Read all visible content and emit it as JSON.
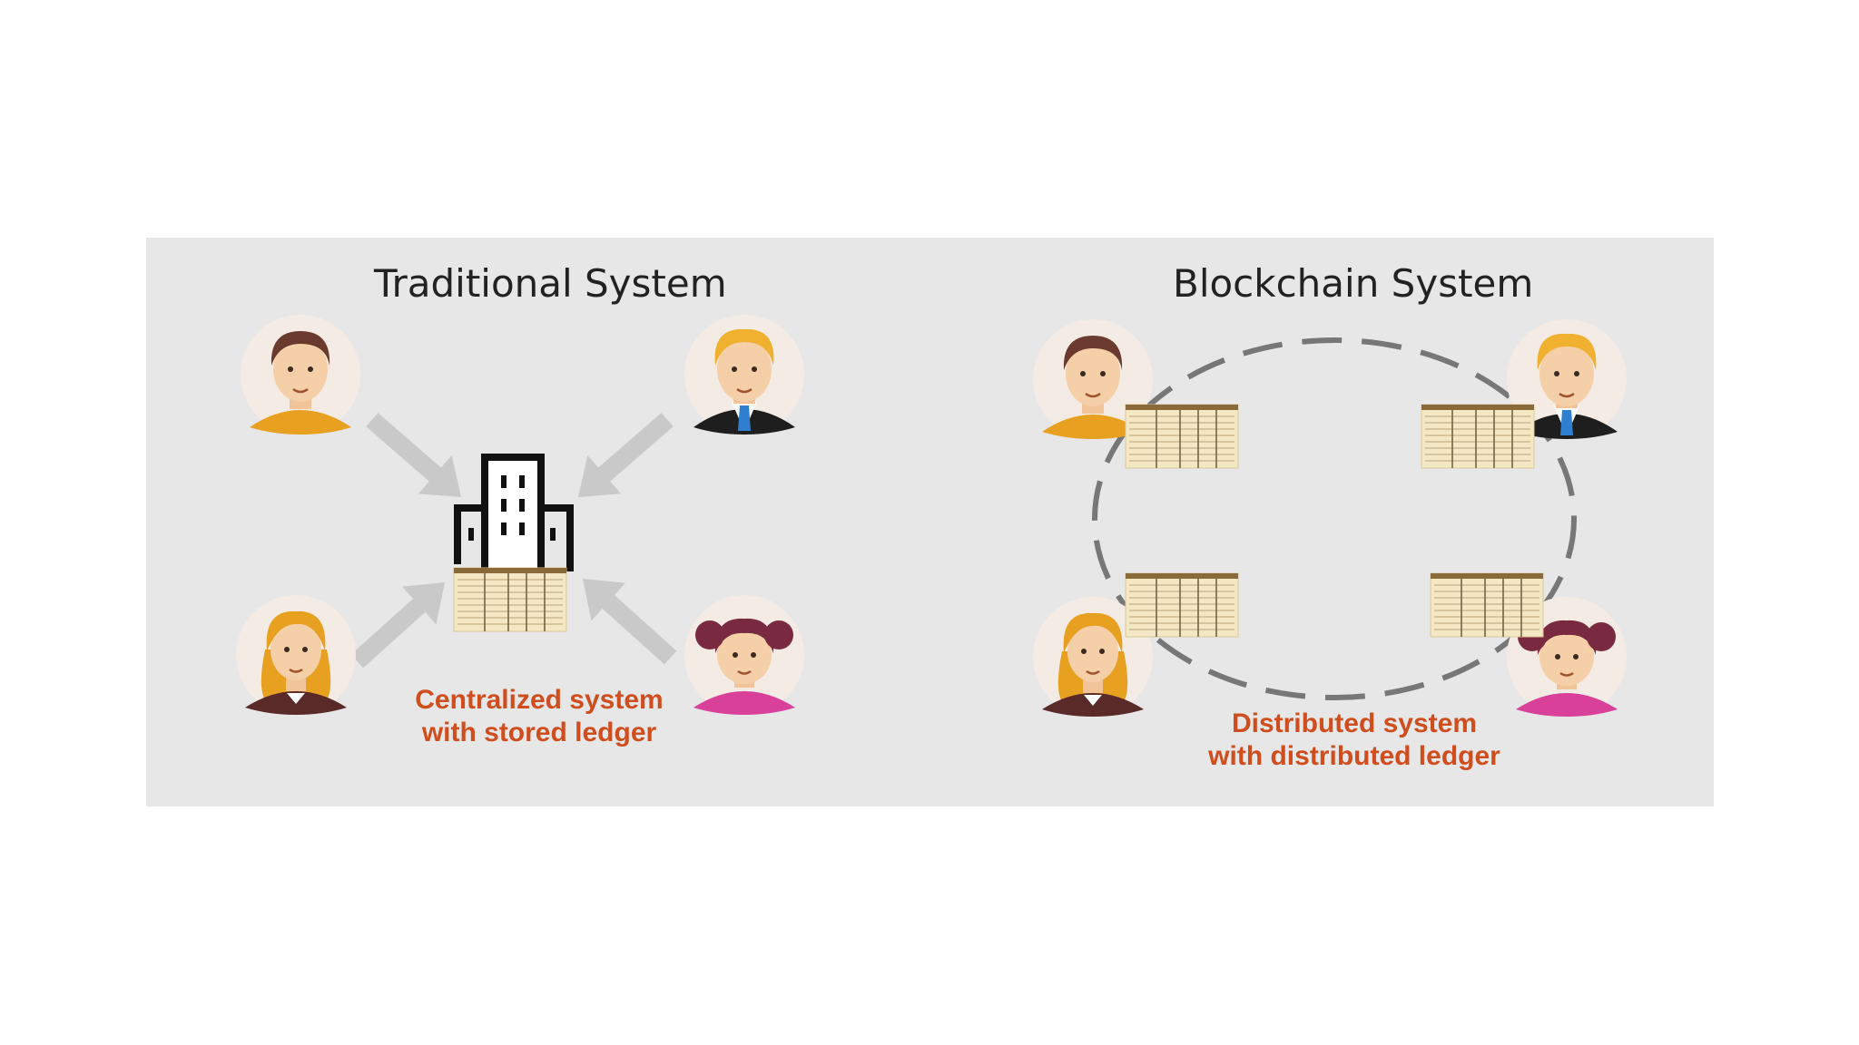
{
  "traditional": {
    "title": "Traditional System",
    "caption_line1": "Centralized system",
    "caption_line2": "with stored ledger"
  },
  "blockchain": {
    "title": "Blockchain System",
    "caption_line1": "Distributed system",
    "caption_line2": "with distributed ledger"
  },
  "icons": [
    "person-man-icon",
    "person-businessman-icon",
    "person-woman-icon",
    "person-girl-icon",
    "building-icon",
    "ledger-icon",
    "arrow-icon"
  ],
  "colors": {
    "panel_bg": "#e7e7e7",
    "caption": "#d04d1e",
    "arrow": "#c8c8c8",
    "ring": "#777777",
    "ledger": "#f4e8c4"
  }
}
